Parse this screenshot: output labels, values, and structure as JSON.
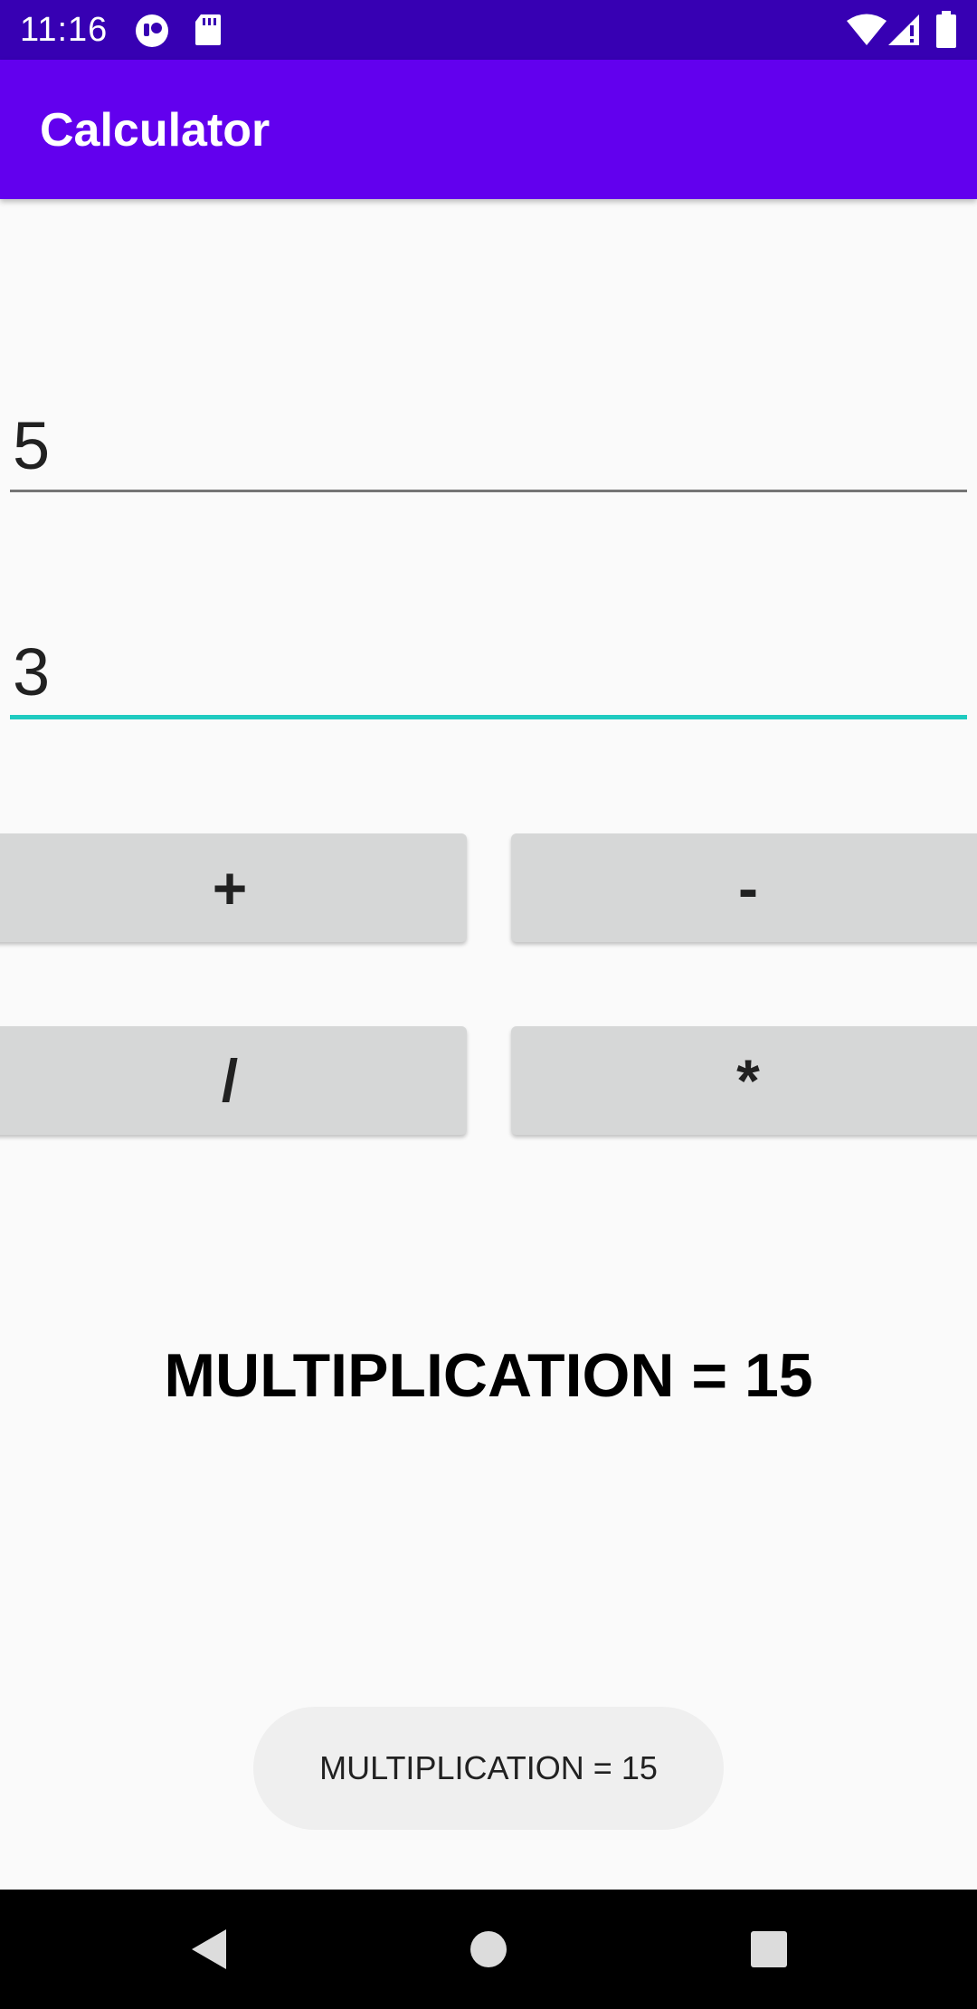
{
  "status_bar": {
    "time": "11:16",
    "icons": [
      "notification-app-icon",
      "sd-card-icon",
      "wifi-icon",
      "signal-icon",
      "battery-icon"
    ]
  },
  "app_bar": {
    "title": "Calculator"
  },
  "inputs": {
    "first_value": "5",
    "second_value": "3"
  },
  "buttons": {
    "add": "+",
    "subtract": "-",
    "divide": "/",
    "multiply": "*"
  },
  "result": {
    "text": "MULTIPLICATION = 15"
  },
  "toast": {
    "text": "MULTIPLICATION = 15"
  },
  "navigation": {
    "icons": [
      "back-icon",
      "home-icon",
      "recents-icon"
    ]
  },
  "colors": {
    "status_bar": "#3700b3",
    "app_bar": "#6200ee",
    "focus_accent": "#1fcbc0",
    "button_bg": "#d6d7d7",
    "background": "#fafafa"
  }
}
